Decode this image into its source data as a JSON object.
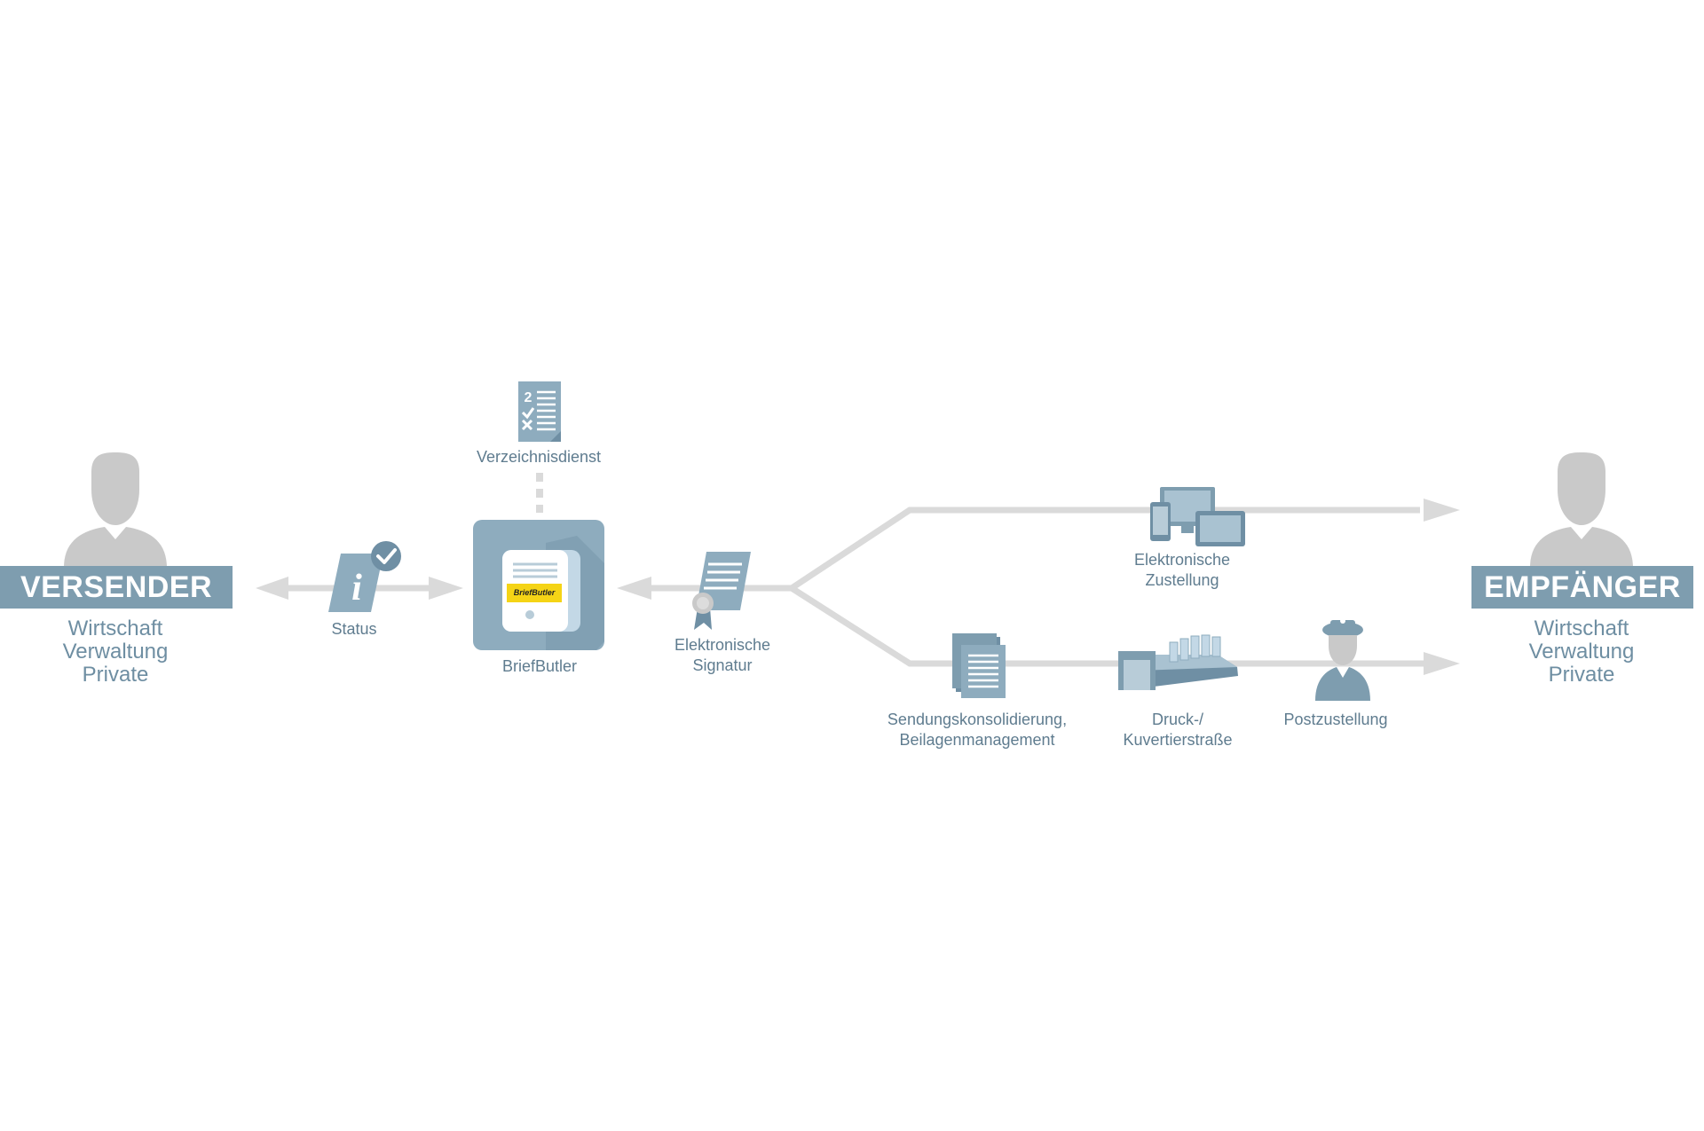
{
  "colors": {
    "line": "#dadada",
    "icon_dark": "#6f8fa4",
    "icon_mid": "#8eacbe",
    "icon_light": "#b8ccd8",
    "banner": "#7e9daf",
    "text": "#5f7c8f",
    "person": "#c9c9c9",
    "logo_yellow": "#f5d416"
  },
  "sender": {
    "banner": "VERSENDER",
    "lines": [
      "Wirtschaft",
      "Verwaltung",
      "Private"
    ]
  },
  "receiver": {
    "banner": "EMPFÄNGER",
    "lines": [
      "Wirtschaft",
      "Verwaltung",
      "Private"
    ]
  },
  "nodes": {
    "status": "Status",
    "verzeichnisdienst": "Verzeichnisdienst",
    "briefbutler": "BriefButler",
    "logo_text": "BriefButler",
    "signatur": [
      "Elektronische",
      "Signatur"
    ],
    "elektronische_zustellung": [
      "Elektronische",
      "Zustellung"
    ],
    "sendungskonsolidierung": [
      "Sendungskonsolidierung,",
      "Beilagenmanagement"
    ],
    "druck": [
      "Druck-/",
      "Kuvertierstraße"
    ],
    "postzustellung": "Postzustellung"
  },
  "icons": {
    "sender": "person-icon",
    "receiver": "person-icon",
    "status": "info-check-icon",
    "verzeichnisdienst": "checklist-icon",
    "briefbutler": "server-icon",
    "signatur": "certificate-icon",
    "elektronische_zustellung": "devices-icon",
    "sendungskonsolidierung": "document-stack-icon",
    "druck": "printing-line-icon",
    "postzustellung": "mail-carrier-icon"
  }
}
